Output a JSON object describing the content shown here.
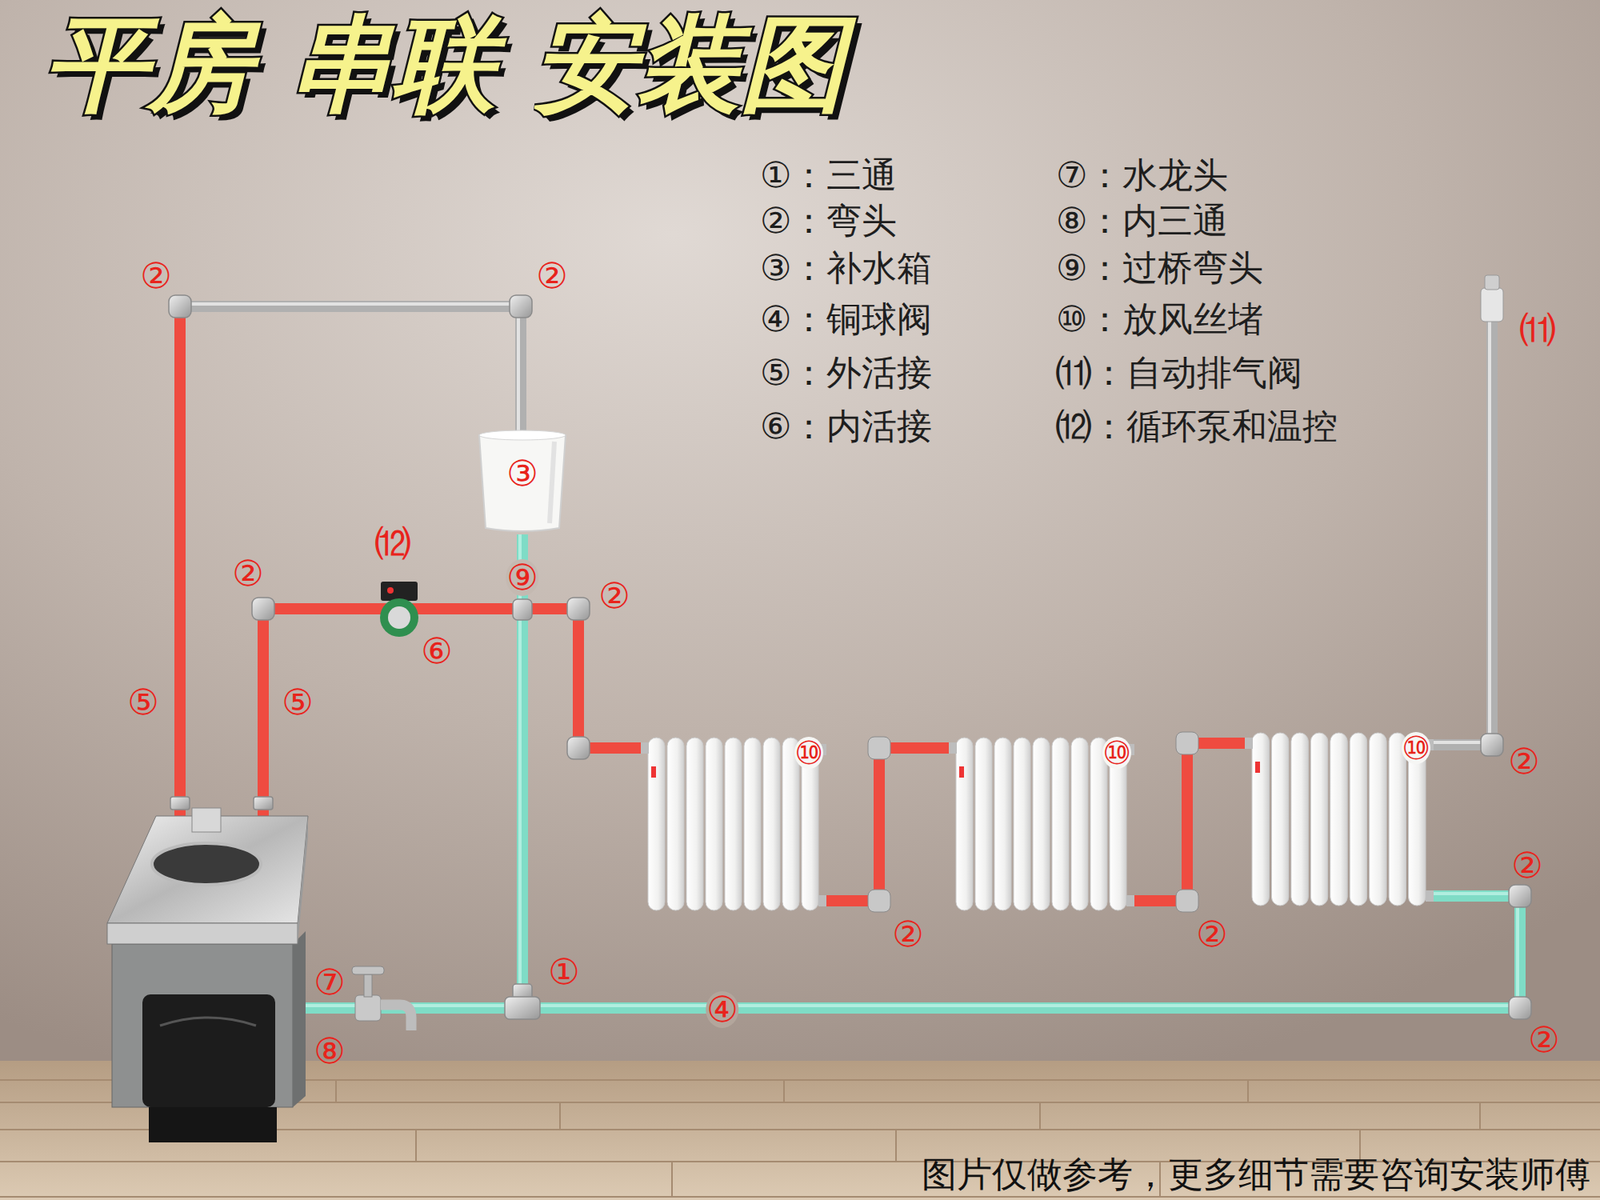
{
  "diagram": {
    "title": "平房 串联 安装图",
    "caption": "图片仅做参考，更多细节需要咨询安装师傅",
    "nodes": [
      {
        "text": [
          "③"
        ]
      },
      {
        "text": [
          "⑩"
        ]
      },
      {
        "text": [
          "⑩"
        ]
      },
      {
        "text": [
          "⑩"
        ]
      }
    ],
    "edges": [
      {
        "from": 1,
        "to": 2,
        "arrow": "none"
      },
      {
        "from": 2,
        "to": 3,
        "arrow": "none"
      }
    ],
    "labels": [
      "①：三通",
      "②：弯头",
      "③：补水箱",
      "④：铜球阀",
      "⑤：外活接",
      "⑥：内活接",
      "⑦：水龙头",
      "⑧：内三通",
      "⑨：过桥弯头",
      "⑩：放风丝堵",
      "⑾：自动排气阀",
      "⑿：循环泵和温控",
      "②",
      "②",
      "⑾",
      "⑿",
      "②",
      "⑨",
      "②",
      "⑥",
      "⑤",
      "⑤",
      "②",
      "②",
      "②",
      "②",
      "①",
      "⑦",
      "④",
      "②",
      "⑧"
    ]
  }
}
